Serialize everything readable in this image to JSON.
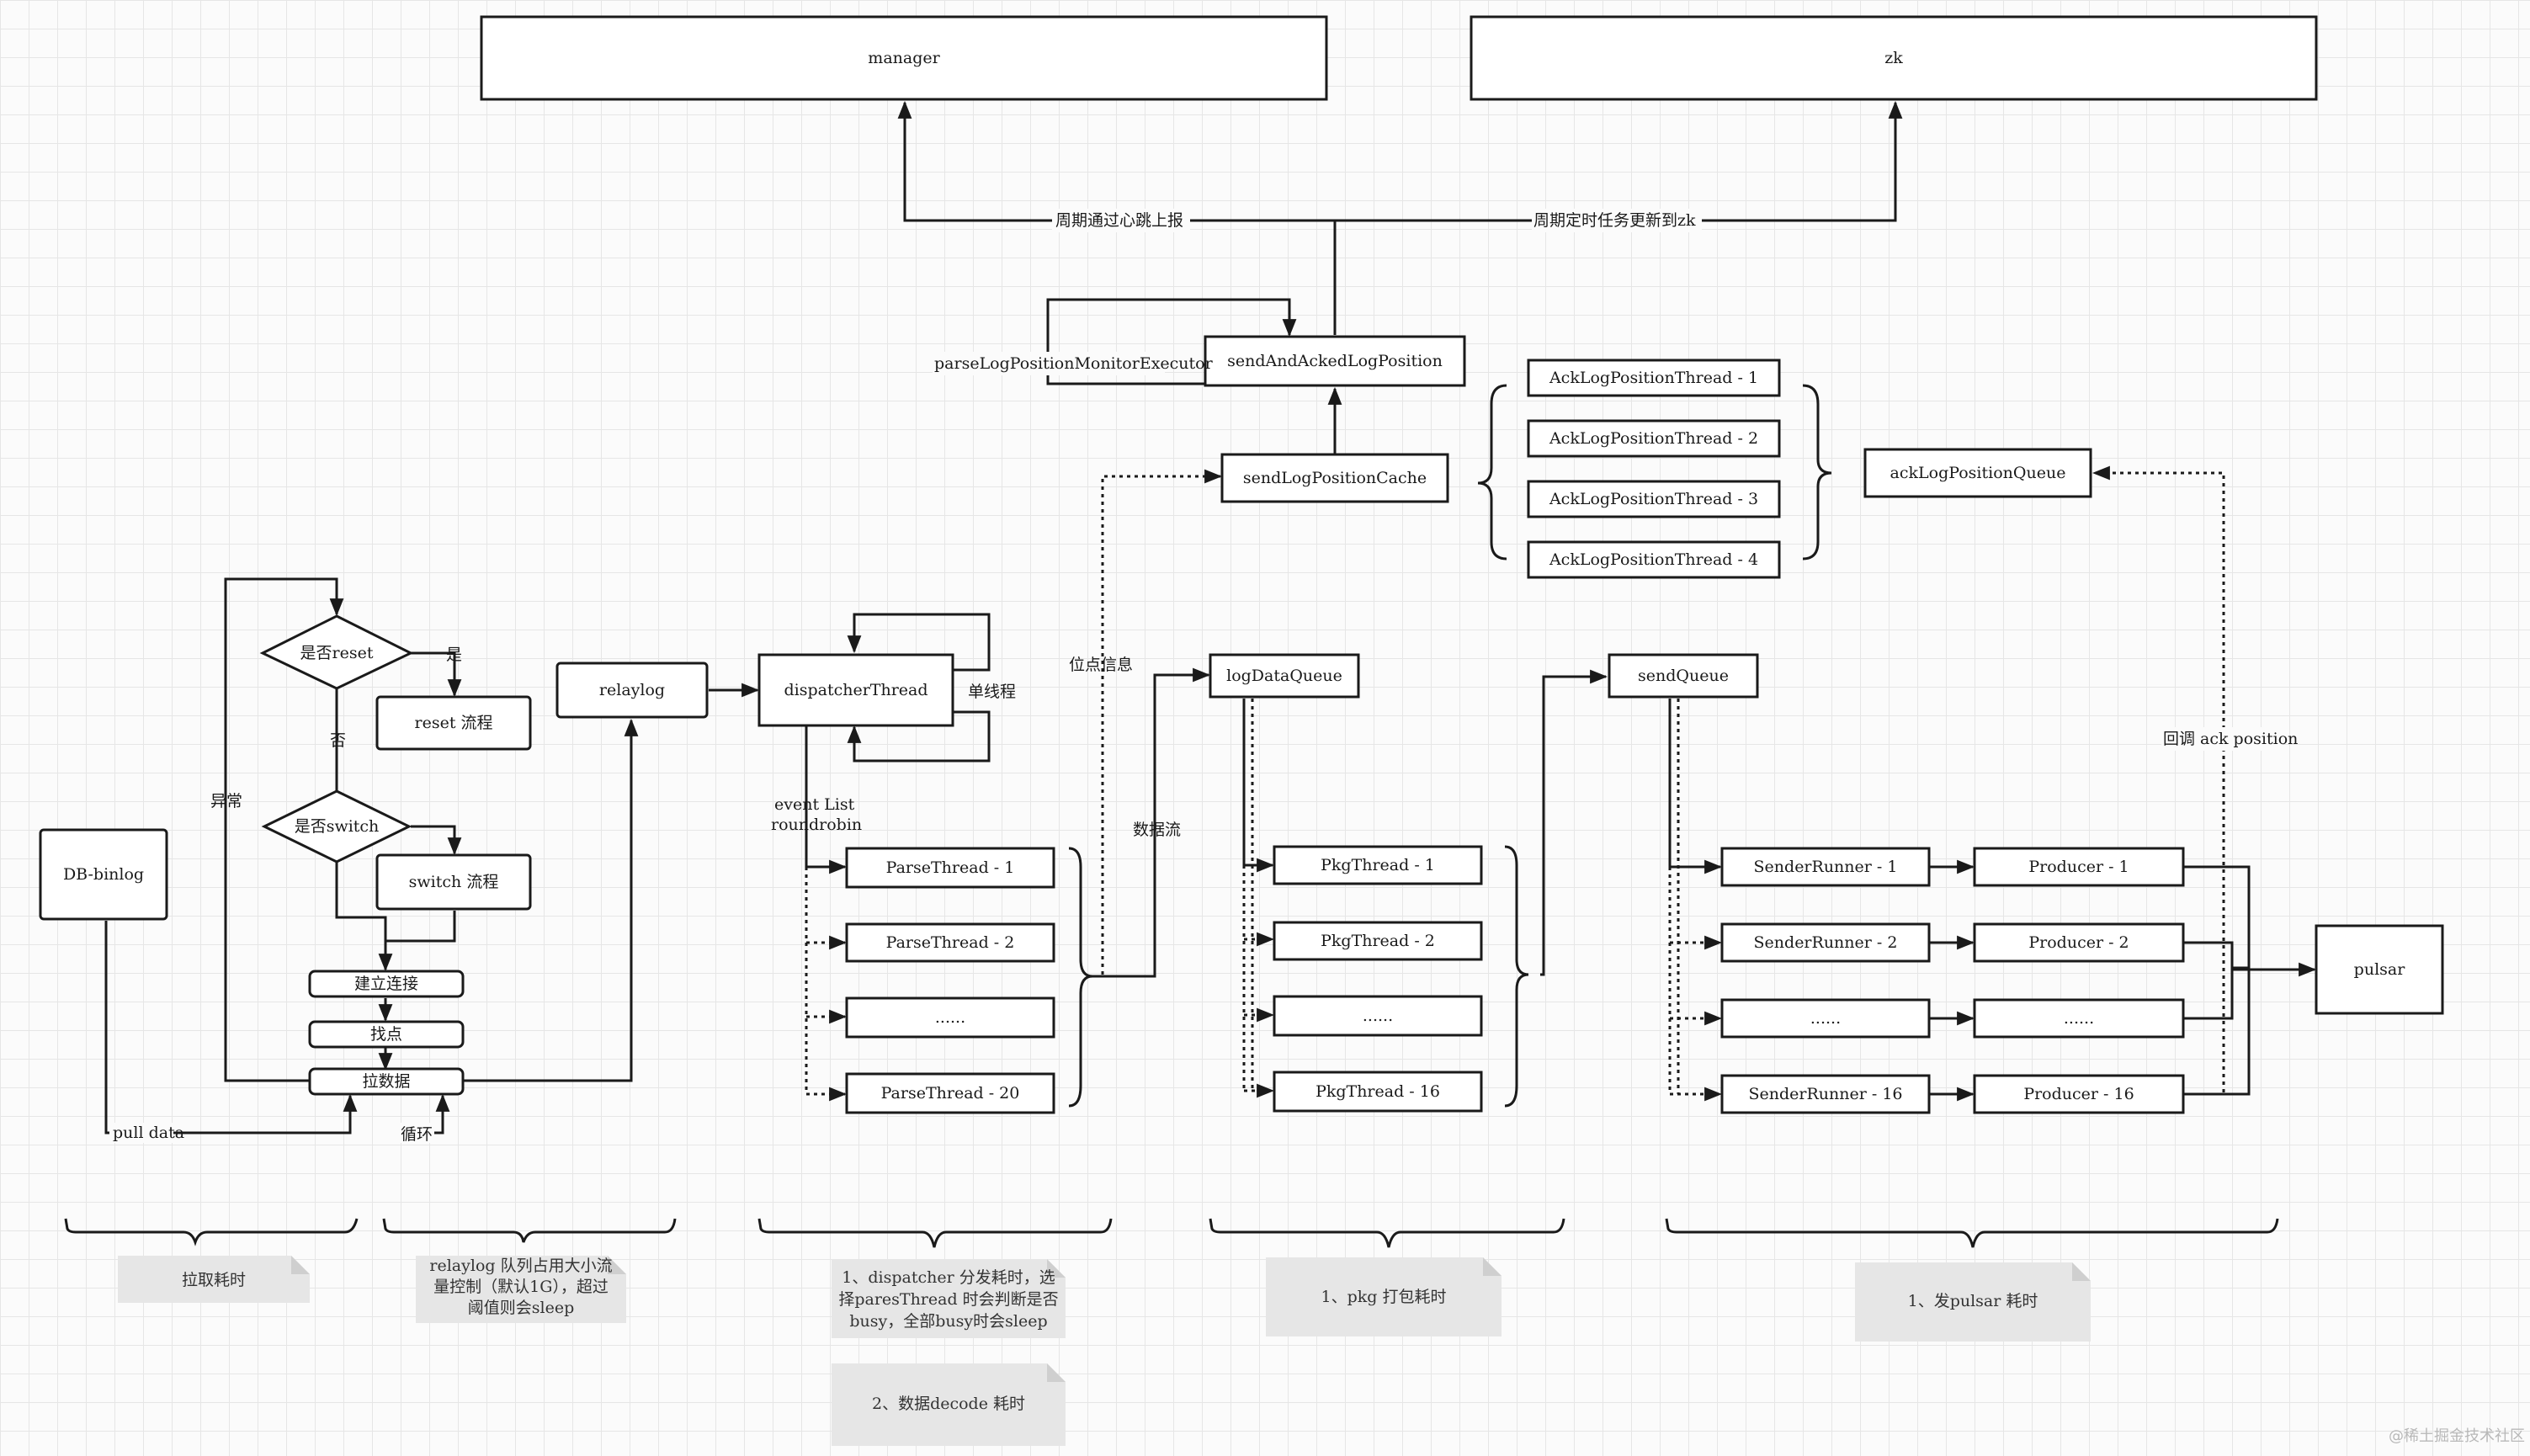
{
  "boxes": {
    "manager": "manager",
    "zk": "zk",
    "send_acked": "sendAndAckedLogPosition",
    "send_cache": "sendLogPositionCache",
    "ack1": "AckLogPositionThread  - 1",
    "ack2": "AckLogPositionThread  - 2",
    "ack3": "AckLogPositionThread  - 3",
    "ack4": "AckLogPositionThread  - 4",
    "ack_queue": "ackLogPositionQueue",
    "db_binlog": "DB-binlog",
    "reset_flow": "reset 流程",
    "switch_flow": "switch 流程",
    "connect": "建立连接",
    "find_pos": "找点",
    "pull": "拉数据",
    "relaylog": "relaylog",
    "dispatcher": "dispatcherThread",
    "parse1": "ParseThread - 1",
    "parse2": "ParseThread - 2",
    "parse_more": "......",
    "parse20": "ParseThread - 20",
    "log_queue": "logDataQueue",
    "pkg1": "PkgThread - 1",
    "pkg2": "PkgThread - 2",
    "pkg_more": "......",
    "pkg16": "PkgThread - 16",
    "send_queue": "sendQueue",
    "sender1": "SenderRunner - 1",
    "sender2": "SenderRunner - 2",
    "sender_more": "......",
    "sender16": "SenderRunner - 16",
    "prod1": "Producer - 1",
    "prod2": "Producer - 2",
    "prod_more": "......",
    "prod16": "Producer - 16",
    "pulsar": "pulsar"
  },
  "decisions": {
    "reset": "是否reset",
    "switch": "是否switch"
  },
  "labels": {
    "heartbeat": "周期通过心跳上报",
    "zk_task": "周期定时任务更新到zk",
    "monitor": "parseLogPositionMonitorExecutor",
    "yes": "是",
    "no": "否",
    "error": "异常",
    "pull_data": "pull data",
    "loop": "循环",
    "single_thread": "单线程",
    "event_list": "event List",
    "roundrobin": "roundrobin",
    "position_info": "位点信息",
    "data_flow": "数据流",
    "callback": "回调 ack position"
  },
  "notes": {
    "pull_cost": "拉取耗时",
    "relay_line1": "relaylog 队列占用大小流",
    "relay_line2": "量控制（默认1G），超过",
    "relay_line3": "阈值则会sleep",
    "disp_line1": "1、dispatcher 分发耗时，选",
    "disp_line2": "择paresThread 时会判断是否",
    "disp_line3": "busy，全部busy时会sleep",
    "decode": "2、数据decode 耗时",
    "pkg": "1、pkg 打包耗时",
    "pulsar": "1、发pulsar 耗时"
  },
  "watermark": "@稀土掘金技术社区"
}
